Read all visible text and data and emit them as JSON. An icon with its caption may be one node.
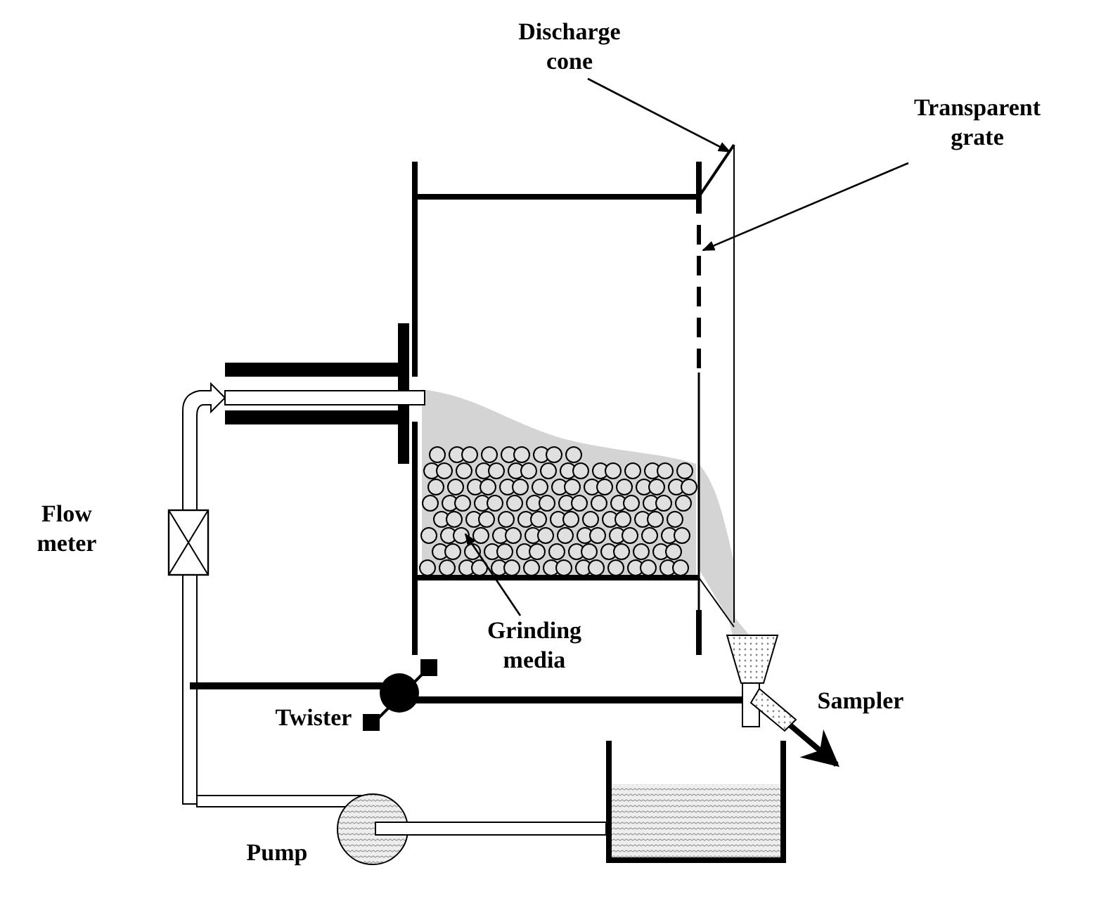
{
  "diagram": {
    "nodes": [
      {
        "text": [
          "Discharge cone"
        ]
      },
      {
        "text": [],
        "shape": "cone"
      },
      {
        "text": [
          "Transparent grate"
        ]
      },
      {
        "text": [],
        "shape": "bar"
      },
      {
        "text": [
          "Grinding media"
        ]
      },
      {
        "text": [],
        "shape": "circle"
      }
    ],
    "edges": [
      {
        "from": 0,
        "to": 1,
        "arrow": "to"
      },
      {
        "from": 2,
        "to": 3,
        "arrow": "to"
      },
      {
        "from": 4,
        "to": 5,
        "arrow": "to"
      }
    ],
    "labels": [
      "Flow meter",
      "Twister",
      "Sampler",
      "Pump"
    ]
  }
}
